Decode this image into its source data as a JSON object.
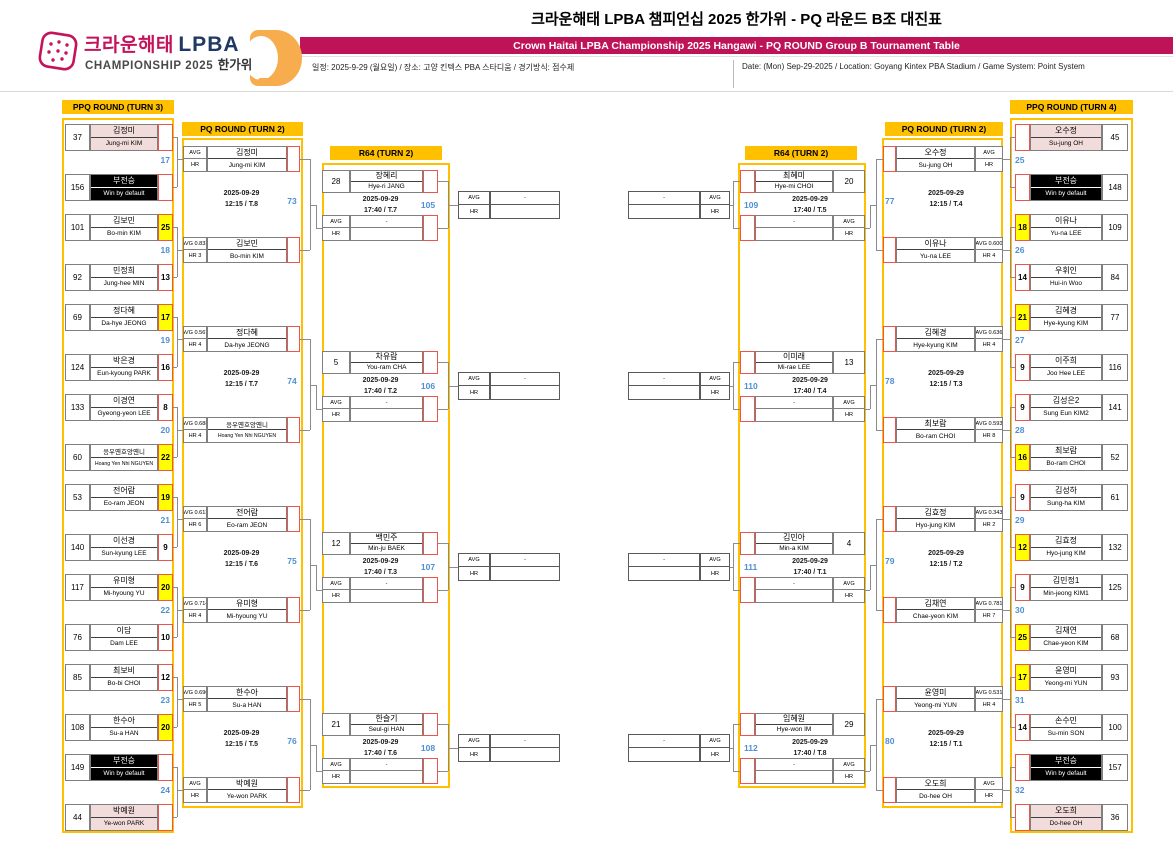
{
  "header": {
    "title_ko": "크라운해태 LPBA 챔피언십 2025 한가위 - PQ 라운드 B조 대진표",
    "title_en": "Crown Haitai LPBA Championship 2025 Hangawi - PQ ROUND Group B Tournament Table",
    "info_ko": "일정: 2025-9-29 (월요일) / 장소: 고양 킨텍스 PBA 스타디움 / 경기방식: 점수제",
    "info_en": "Date: (Mon) Sep-29-2025 / Location: Goyang Kintex PBA Stadium / Game System: Point System",
    "logo": {
      "brand_ko": "크라운해태",
      "brand_en": "LPBA",
      "sub": "CHAMPIONSHIP 2025",
      "sub2": "한가위"
    }
  },
  "columns": {
    "ppq_left": "PPQ ROUND (TURN 3)",
    "pq_left": "PQ ROUND (TURN 2)",
    "r64_left": "R64 (TURN 2)",
    "r64_right": "R64 (TURN 2)",
    "pq_right": "PQ ROUND (TURN 2)",
    "ppq_right": "PPQ ROUND (TURN 4)"
  },
  "bracket": {
    "ppq_left": [
      {
        "no": "17",
        "top": {
          "no": "37",
          "ko": "김정미",
          "en": "Jung-mi KIM",
          "score": "",
          "style": "pink"
        },
        "bottom": {
          "no": "156",
          "ko": "부전승",
          "en": "Win by default",
          "score": "",
          "style": "bye"
        }
      },
      {
        "no": "18",
        "top": {
          "no": "101",
          "ko": "김보민",
          "en": "Bo-min KIM",
          "score": "25",
          "style": "win"
        },
        "bottom": {
          "no": "92",
          "ko": "민정희",
          "en": "Jung-hee MIN",
          "score": "13",
          "style": ""
        }
      },
      {
        "no": "19",
        "top": {
          "no": "69",
          "ko": "정다혜",
          "en": "Da-hye JEONG",
          "score": "17",
          "style": "win"
        },
        "bottom": {
          "no": "124",
          "ko": "박은경",
          "en": "Eun-kyoung PARK",
          "score": "16",
          "style": ""
        }
      },
      {
        "no": "20",
        "top": {
          "no": "133",
          "ko": "이경연",
          "en": "Gyeong-yeon LEE",
          "score": "8",
          "style": ""
        },
        "bottom": {
          "no": "60",
          "ko": "응우옌호앙옌니",
          "en": "Hoang Yen Nhi NGUYEN",
          "score": "22",
          "style": "win"
        }
      },
      {
        "no": "21",
        "top": {
          "no": "53",
          "ko": "전어람",
          "en": "Eo-ram JEON",
          "score": "19",
          "style": "win"
        },
        "bottom": {
          "no": "140",
          "ko": "이선경",
          "en": "Sun-kyung LEE",
          "score": "9",
          "style": ""
        }
      },
      {
        "no": "22",
        "top": {
          "no": "117",
          "ko": "유미형",
          "en": "Mi-hyoung YU",
          "score": "20",
          "style": "win"
        },
        "bottom": {
          "no": "76",
          "ko": "이담",
          "en": "Dam LEE",
          "score": "10",
          "style": ""
        }
      },
      {
        "no": "23",
        "top": {
          "no": "85",
          "ko": "최보비",
          "en": "Bo-bi CHOI",
          "score": "12",
          "style": ""
        },
        "bottom": {
          "no": "108",
          "ko": "한수아",
          "en": "Su-a HAN",
          "score": "20",
          "style": "win"
        }
      },
      {
        "no": "24",
        "top": {
          "no": "149",
          "ko": "부전승",
          "en": "Win by default",
          "score": "",
          "style": "bye"
        },
        "bottom": {
          "no": "44",
          "ko": "박예원",
          "en": "Ye-won PARK",
          "score": "",
          "style": "pink"
        }
      }
    ],
    "pq_left": [
      {
        "no": "73",
        "date": "2025-09-29",
        "time": "12:15 / T.8",
        "top": {
          "ko": "김정미",
          "en": "Jung-mi KIM",
          "avg": "AVG",
          "hr": "HR"
        },
        "bottom": {
          "ko": "김보민",
          "en": "Bo-min KIM",
          "avg": "AVG 0.833",
          "hr": "HR 3"
        }
      },
      {
        "no": "74",
        "date": "2025-09-29",
        "time": "12:15 / T.7",
        "top": {
          "ko": "정다혜",
          "en": "Da-hye JEONG",
          "avg": "AVG 0.567",
          "hr": "HR 4"
        },
        "bottom": {
          "ko": "응우옌호앙옌니",
          "en": "Hoang Yen Nhi NGUYEN",
          "avg": "AVG 0.688",
          "hr": "HR 4"
        }
      },
      {
        "no": "75",
        "date": "2025-09-29",
        "time": "12:15 / T.6",
        "top": {
          "ko": "전어람",
          "en": "Eo-ram JEON",
          "avg": "AVG 0.613",
          "hr": "HR 6"
        },
        "bottom": {
          "ko": "유미형",
          "en": "Mi-hyoung YU",
          "avg": "AVG 0.714",
          "hr": "HR 4"
        }
      },
      {
        "no": "76",
        "date": "2025-09-29",
        "time": "12:15 / T.5",
        "top": {
          "ko": "한수아",
          "en": "Su-a HAN",
          "avg": "AVG 0.690",
          "hr": "HR 5"
        },
        "bottom": {
          "ko": "박예원",
          "en": "Ye-won PARK",
          "avg": "AVG",
          "hr": "HR"
        }
      }
    ],
    "r64_left": [
      {
        "no": "105",
        "date": "2025-09-29",
        "time": "17:40 / T.7",
        "player": {
          "no": "28",
          "ko": "장혜리",
          "en": "Hye-ri JANG"
        }
      },
      {
        "no": "106",
        "date": "2025-09-29",
        "time": "17:40 / T.2",
        "player": {
          "no": "5",
          "ko": "차유람",
          "en": "You-ram CHA"
        }
      },
      {
        "no": "107",
        "date": "2025-09-29",
        "time": "17:40 / T.3",
        "player": {
          "no": "12",
          "ko": "백민주",
          "en": "Min-ju BAEK"
        }
      },
      {
        "no": "108",
        "date": "2025-09-29",
        "time": "17:40 / T.6",
        "player": {
          "no": "21",
          "ko": "한슬기",
          "en": "Seul-gi HAN"
        }
      }
    ],
    "r64_right": [
      {
        "no": "109",
        "date": "2025-09-29",
        "time": "17:40 / T.5",
        "player": {
          "no": "20",
          "ko": "최혜미",
          "en": "Hye-mi CHOI"
        }
      },
      {
        "no": "110",
        "date": "2025-09-29",
        "time": "17:40 / T.4",
        "player": {
          "no": "13",
          "ko": "이미래",
          "en": "Mi-rae LEE"
        }
      },
      {
        "no": "111",
        "date": "2025-09-29",
        "time": "17:40 / T.1",
        "player": {
          "no": "4",
          "ko": "김민아",
          "en": "Min-a KIM"
        }
      },
      {
        "no": "112",
        "date": "2025-09-29",
        "time": "17:40 / T.8",
        "player": {
          "no": "29",
          "ko": "임혜원",
          "en": "Hye-won IM"
        }
      }
    ],
    "pq_right": [
      {
        "no": "77",
        "date": "2025-09-29",
        "time": "12:15 / T.4",
        "top": {
          "ko": "오수정",
          "en": "Su-jung OH",
          "avg": "AVG",
          "hr": "HR"
        },
        "bottom": {
          "ko": "이유나",
          "en": "Yu-na LEE",
          "avg": "AVG 0.600",
          "hr": "HR 4"
        }
      },
      {
        "no": "78",
        "date": "2025-09-29",
        "time": "12:15 / T.3",
        "top": {
          "ko": "김혜경",
          "en": "Hye-kyung KIM",
          "avg": "AVG 0.636",
          "hr": "HR 4"
        },
        "bottom": {
          "ko": "최보람",
          "en": "Bo-ram CHOI",
          "avg": "AVG 0.593",
          "hr": "HR 8"
        }
      },
      {
        "no": "79",
        "date": "2025-09-29",
        "time": "12:15 / T.2",
        "top": {
          "ko": "김효정",
          "en": "Hyo-jung KIM",
          "avg": "AVG 0.343",
          "hr": "HR 2"
        },
        "bottom": {
          "ko": "김채연",
          "en": "Chae-yeon KIM",
          "avg": "AVG 0.781",
          "hr": "HR 7"
        }
      },
      {
        "no": "80",
        "date": "2025-09-29",
        "time": "12:15 / T.1",
        "top": {
          "ko": "윤영미",
          "en": "Yeong-mi YUN",
          "avg": "AVG 0.531",
          "hr": "HR 4"
        },
        "bottom": {
          "ko": "오도희",
          "en": "Do-hee OH",
          "avg": "AVG",
          "hr": "HR"
        }
      }
    ],
    "ppq_right": [
      {
        "no": "25",
        "top": {
          "no": "45",
          "ko": "오수정",
          "en": "Su-jung OH",
          "score": "",
          "style": "pink"
        },
        "bottom": {
          "no": "148",
          "ko": "부전승",
          "en": "Win by default",
          "score": "",
          "style": "bye"
        }
      },
      {
        "no": "26",
        "top": {
          "no": "109",
          "ko": "이유나",
          "en": "Yu-na LEE",
          "score": "18",
          "style": "win"
        },
        "bottom": {
          "no": "84",
          "ko": "우휘인",
          "en": "Hui-in Woo",
          "score": "14",
          "style": ""
        }
      },
      {
        "no": "27",
        "top": {
          "no": "77",
          "ko": "김혜경",
          "en": "Hye-kyung KIM",
          "score": "21",
          "style": "win"
        },
        "bottom": {
          "no": "116",
          "ko": "이주희",
          "en": "Joo Hee LEE",
          "score": "9",
          "style": ""
        }
      },
      {
        "no": "28",
        "top": {
          "no": "141",
          "ko": "김성은2",
          "en": "Sung Eun KIM2",
          "score": "9",
          "style": ""
        },
        "bottom": {
          "no": "52",
          "ko": "최보람",
          "en": "Bo-ram CHOI",
          "score": "16",
          "style": "win"
        }
      },
      {
        "no": "29",
        "top": {
          "no": "61",
          "ko": "김성하",
          "en": "Sung-ha KIM",
          "score": "9",
          "style": ""
        },
        "bottom": {
          "no": "132",
          "ko": "김효정",
          "en": "Hyo-jung KIM",
          "score": "12",
          "style": "win"
        }
      },
      {
        "no": "30",
        "top": {
          "no": "125",
          "ko": "김민정1",
          "en": "Min-jeong KIM1",
          "score": "9",
          "style": ""
        },
        "bottom": {
          "no": "68",
          "ko": "김채연",
          "en": "Chae-yeon KIM",
          "score": "25",
          "style": "win"
        }
      },
      {
        "no": "31",
        "top": {
          "no": "93",
          "ko": "윤영미",
          "en": "Yeong-mi YUN",
          "score": "17",
          "style": "win"
        },
        "bottom": {
          "no": "100",
          "ko": "손수민",
          "en": "Su-min SON",
          "score": "14",
          "style": ""
        }
      },
      {
        "no": "32",
        "top": {
          "no": "157",
          "ko": "부전승",
          "en": "Win by default",
          "score": "",
          "style": "bye"
        },
        "bottom": {
          "no": "36",
          "ko": "오도희",
          "en": "Do-hee OH",
          "score": "",
          "style": "pink"
        }
      }
    ],
    "winner_slot": {
      "avg_label": "AVG",
      "hr_label": "HR",
      "avg_value": "-",
      "hr_value": ""
    }
  },
  "colors": {
    "gold": "#FFC000",
    "band": "#BE1457",
    "red": "#e8564e",
    "blue": "#4f8fd3",
    "pink": "#F2DCDB",
    "yellow": "#FFFF00"
  }
}
